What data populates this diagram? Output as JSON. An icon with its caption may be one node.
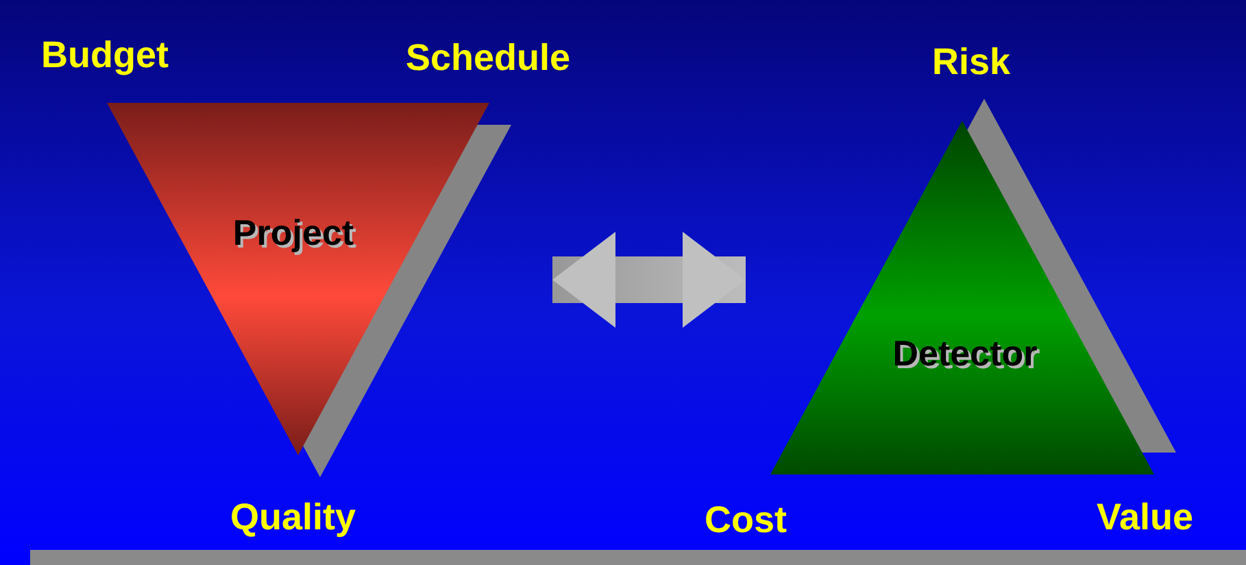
{
  "diagram": {
    "nodes": [
      {
        "text": [
          "Project"
        ],
        "beside": [
          "Budget",
          "Schedule",
          "Quality"
        ]
      },
      {
        "text": [
          "Detector"
        ],
        "beside": [
          "Risk",
          "Cost",
          "Value"
        ]
      }
    ],
    "edges": [
      {
        "from": 0,
        "to": 1,
        "arrow": "both"
      }
    ]
  }
}
